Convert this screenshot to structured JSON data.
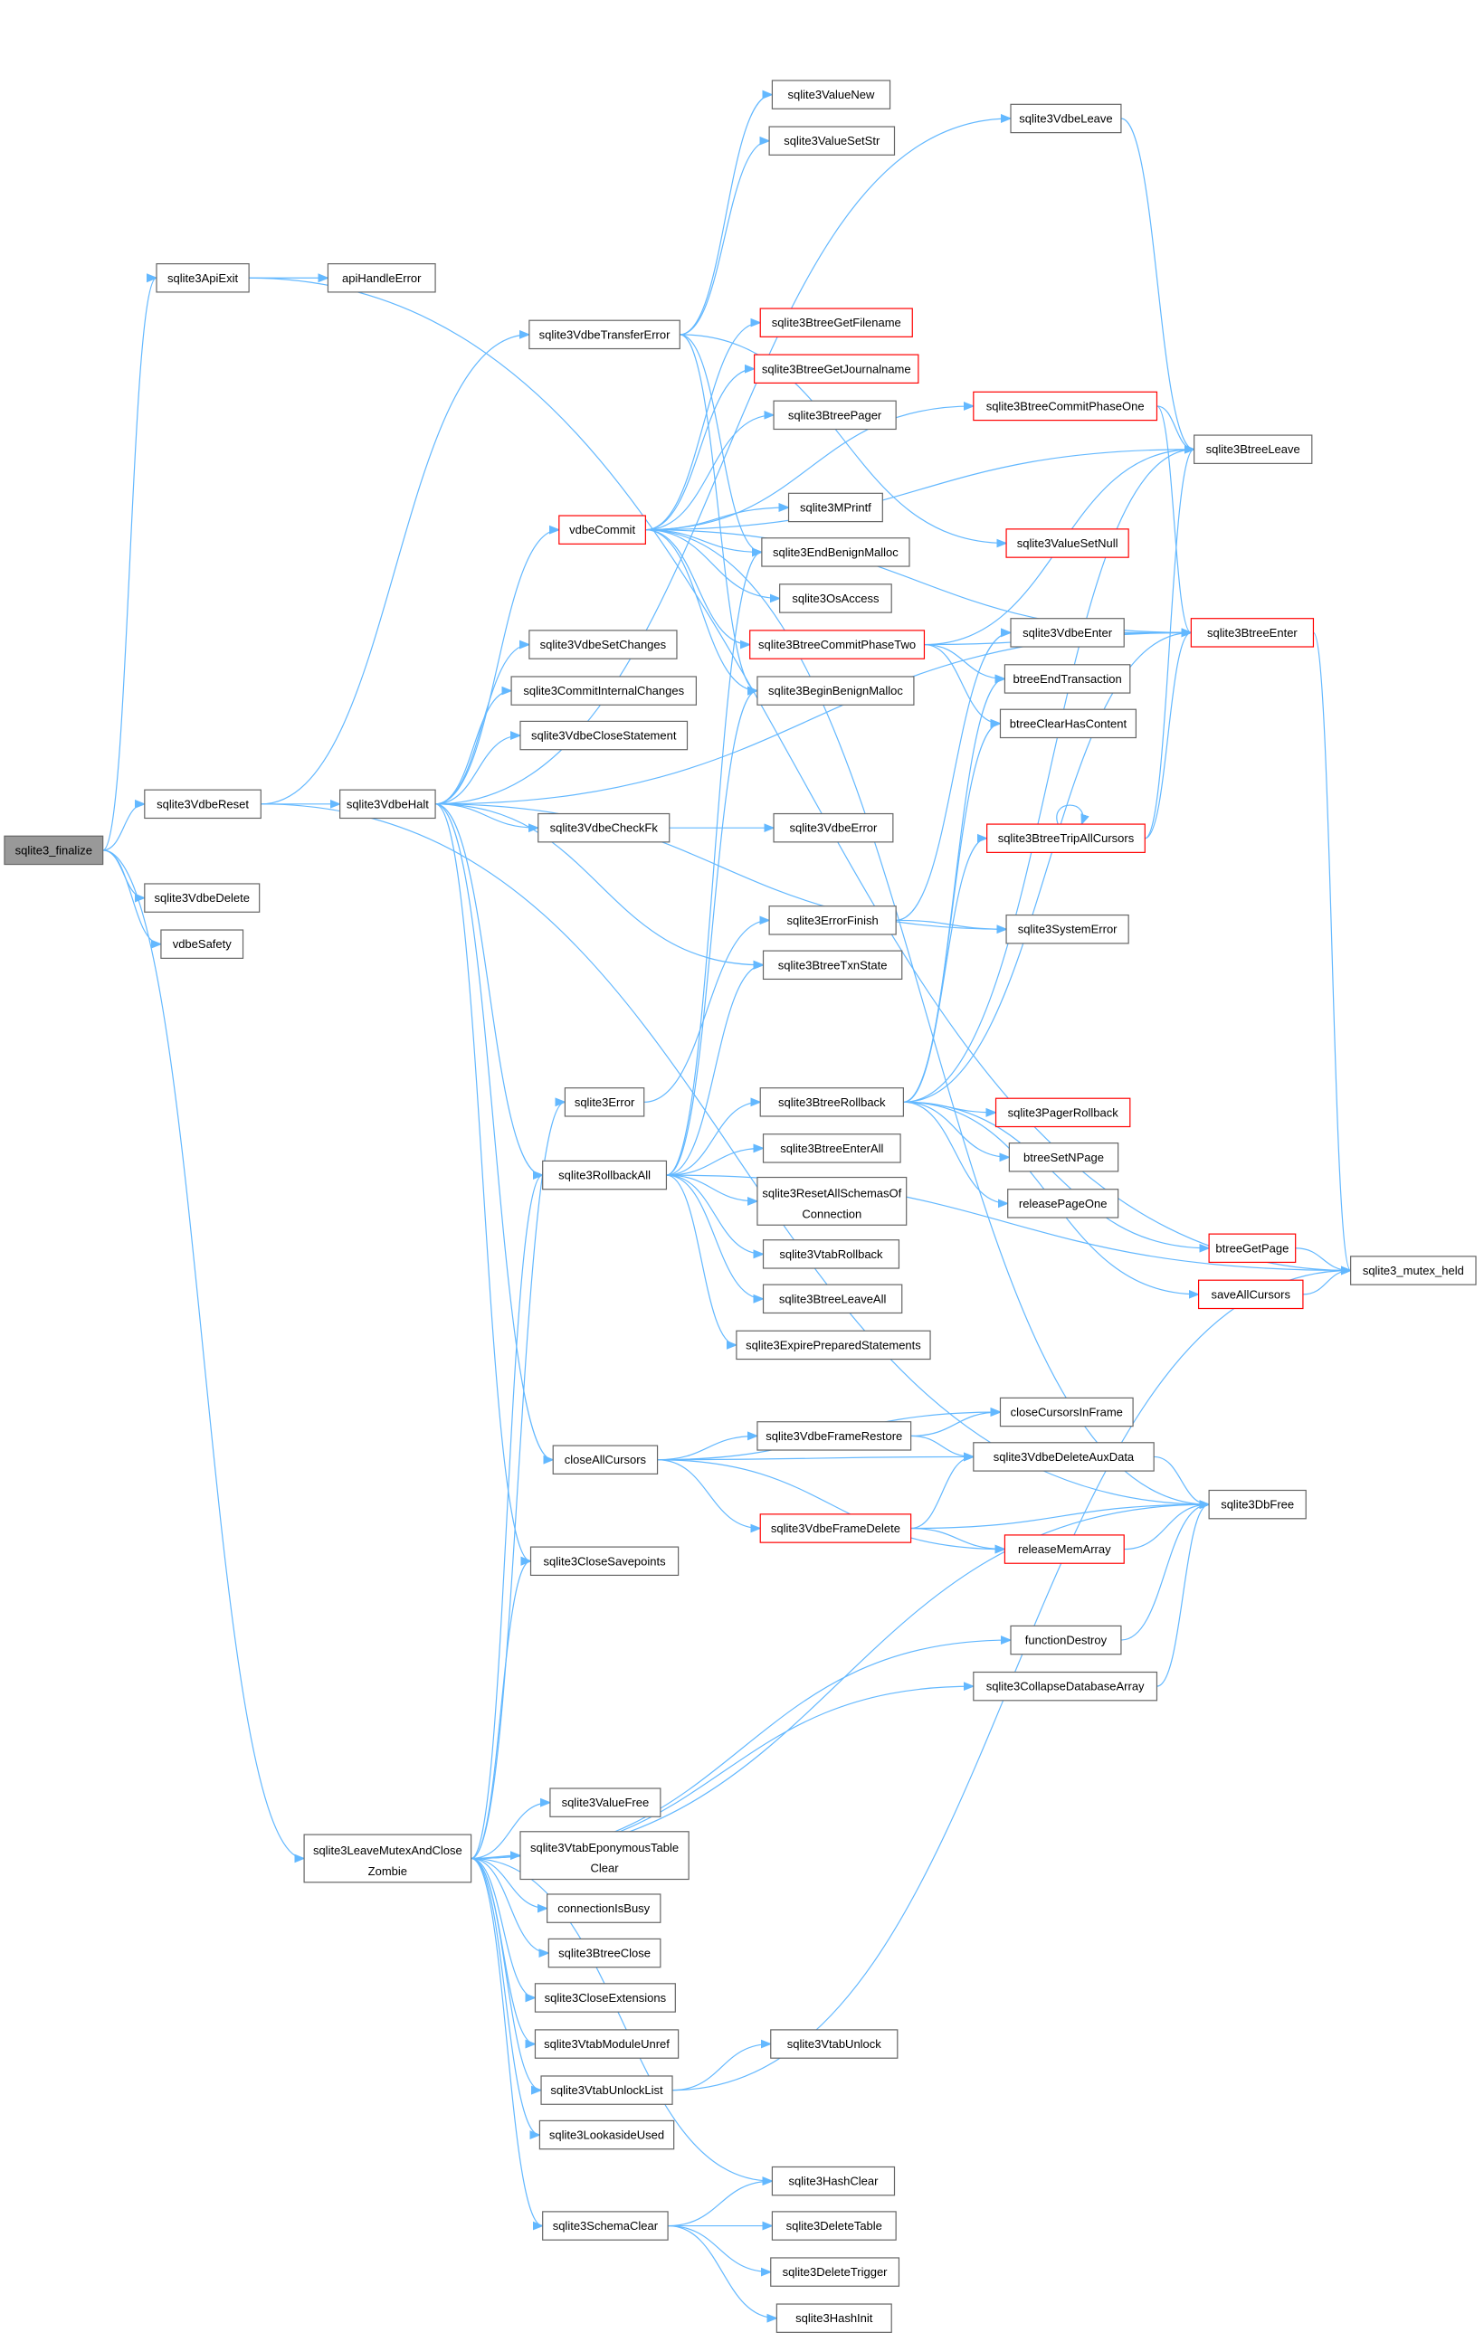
{
  "nodes": [
    {
      "id": "sqlite3_finalize",
      "label": "sqlite3_finalize",
      "style": "root"
    },
    {
      "id": "sqlite3ApiExit",
      "label": "sqlite3ApiExit"
    },
    {
      "id": "apiHandleError",
      "label": "apiHandleError"
    },
    {
      "id": "sqlite3VdbeReset",
      "label": "sqlite3VdbeReset"
    },
    {
      "id": "sqlite3VdbeDelete",
      "label": "sqlite3VdbeDelete"
    },
    {
      "id": "vdbeSafety",
      "label": "vdbeSafety"
    },
    {
      "id": "sqlite3VdbeHalt",
      "label": "sqlite3VdbeHalt"
    },
    {
      "id": "sqlite3VdbeTransferError",
      "label": "sqlite3VdbeTransferError"
    },
    {
      "id": "vdbeCommit",
      "label": "vdbeCommit",
      "style": "red"
    },
    {
      "id": "sqlite3VdbeSetChanges",
      "label": "sqlite3VdbeSetChanges"
    },
    {
      "id": "sqlite3CommitInternalChanges",
      "label": "sqlite3CommitInternalChanges"
    },
    {
      "id": "sqlite3VdbeCloseStatement",
      "label": "sqlite3VdbeCloseStatement"
    },
    {
      "id": "sqlite3VdbeCheckFk",
      "label": "sqlite3VdbeCheckFk"
    },
    {
      "id": "sqlite3Error",
      "label": "sqlite3Error"
    },
    {
      "id": "sqlite3RollbackAll",
      "label": "sqlite3RollbackAll"
    },
    {
      "id": "closeAllCursors",
      "label": "closeAllCursors"
    },
    {
      "id": "sqlite3CloseSavepoints",
      "label": "sqlite3CloseSavepoints"
    },
    {
      "id": "sqlite3LeaveMutexAndCloseZombie",
      "label": "sqlite3LeaveMutexAndClose",
      "label2": "Zombie"
    },
    {
      "id": "sqlite3ValueNew",
      "label": "sqlite3ValueNew"
    },
    {
      "id": "sqlite3ValueSetStr",
      "label": "sqlite3ValueSetStr"
    },
    {
      "id": "sqlite3BtreeGetFilename",
      "label": "sqlite3BtreeGetFilename",
      "style": "red"
    },
    {
      "id": "sqlite3BtreeGetJournalname",
      "label": "sqlite3BtreeGetJournalname",
      "style": "red"
    },
    {
      "id": "sqlite3BtreePager",
      "label": "sqlite3BtreePager"
    },
    {
      "id": "sqlite3MPrintf",
      "label": "sqlite3MPrintf"
    },
    {
      "id": "sqlite3EndBenignMalloc",
      "label": "sqlite3EndBenignMalloc"
    },
    {
      "id": "sqlite3OsAccess",
      "label": "sqlite3OsAccess"
    },
    {
      "id": "sqlite3BtreeCommitPhaseTwo",
      "label": "sqlite3BtreeCommitPhaseTwo",
      "style": "red"
    },
    {
      "id": "sqlite3BeginBenignMalloc",
      "label": "sqlite3BeginBenignMalloc"
    },
    {
      "id": "sqlite3VdbeError",
      "label": "sqlite3VdbeError"
    },
    {
      "id": "sqlite3ErrorFinish",
      "label": "sqlite3ErrorFinish"
    },
    {
      "id": "sqlite3BtreeTxnState",
      "label": "sqlite3BtreeTxnState"
    },
    {
      "id": "sqlite3BtreeRollback",
      "label": "sqlite3BtreeRollback"
    },
    {
      "id": "sqlite3BtreeEnterAll",
      "label": "sqlite3BtreeEnterAll"
    },
    {
      "id": "sqlite3ResetAllSchemasOfConnection",
      "label": "sqlite3ResetAllSchemasOf",
      "label2": "Connection"
    },
    {
      "id": "sqlite3VtabRollback",
      "label": "sqlite3VtabRollback"
    },
    {
      "id": "sqlite3BtreeLeaveAll",
      "label": "sqlite3BtreeLeaveAll"
    },
    {
      "id": "sqlite3ExpirePreparedStatements",
      "label": "sqlite3ExpirePreparedStatements"
    },
    {
      "id": "sqlite3VdbeFrameRestore",
      "label": "sqlite3VdbeFrameRestore"
    },
    {
      "id": "sqlite3VdbeFrameDelete",
      "label": "sqlite3VdbeFrameDelete",
      "style": "red"
    },
    {
      "id": "sqlite3ValueFree",
      "label": "sqlite3ValueFree"
    },
    {
      "id": "sqlite3VtabEponymousTableClear",
      "label": "sqlite3VtabEponymousTable",
      "label2": "Clear"
    },
    {
      "id": "connectionIsBusy",
      "label": "connectionIsBusy"
    },
    {
      "id": "sqlite3BtreeClose",
      "label": "sqlite3BtreeClose"
    },
    {
      "id": "sqlite3CloseExtensions",
      "label": "sqlite3CloseExtensions"
    },
    {
      "id": "sqlite3VtabModuleUnref",
      "label": "sqlite3VtabModuleUnref"
    },
    {
      "id": "sqlite3VtabUnlockList",
      "label": "sqlite3VtabUnlockList"
    },
    {
      "id": "sqlite3VtabUnlock",
      "label": "sqlite3VtabUnlock"
    },
    {
      "id": "sqlite3LookasideUsed",
      "label": "sqlite3LookasideUsed"
    },
    {
      "id": "sqlite3SchemaClear",
      "label": "sqlite3SchemaClear"
    },
    {
      "id": "sqlite3HashClear",
      "label": "sqlite3HashClear"
    },
    {
      "id": "sqlite3DeleteTable",
      "label": "sqlite3DeleteTable"
    },
    {
      "id": "sqlite3DeleteTrigger",
      "label": "sqlite3DeleteTrigger"
    },
    {
      "id": "sqlite3HashInit",
      "label": "sqlite3HashInit"
    },
    {
      "id": "sqlite3VdbeLeave",
      "label": "sqlite3VdbeLeave"
    },
    {
      "id": "sqlite3BtreeCommitPhaseOne",
      "label": "sqlite3BtreeCommitPhaseOne",
      "style": "red"
    },
    {
      "id": "sqlite3BtreeLeave",
      "label": "sqlite3BtreeLeave"
    },
    {
      "id": "sqlite3ValueSetNull",
      "label": "sqlite3ValueSetNull",
      "style": "red"
    },
    {
      "id": "sqlite3VdbeEnter",
      "label": "sqlite3VdbeEnter"
    },
    {
      "id": "sqlite3BtreeEnter",
      "label": "sqlite3BtreeEnter",
      "style": "red"
    },
    {
      "id": "btreeEndTransaction",
      "label": "btreeEndTransaction"
    },
    {
      "id": "btreeClearHasContent",
      "label": "btreeClearHasContent"
    },
    {
      "id": "sqlite3BtreeTripAllCursors",
      "label": "sqlite3BtreeTripAllCursors",
      "style": "red"
    },
    {
      "id": "sqlite3SystemError",
      "label": "sqlite3SystemError"
    },
    {
      "id": "sqlite3PagerRollback",
      "label": "sqlite3PagerRollback",
      "style": "red"
    },
    {
      "id": "btreeSetNPage",
      "label": "btreeSetNPage"
    },
    {
      "id": "releasePageOne",
      "label": "releasePageOne"
    },
    {
      "id": "btreeGetPage",
      "label": "btreeGetPage",
      "style": "red"
    },
    {
      "id": "saveAllCursors",
      "label": "saveAllCursors",
      "style": "red"
    },
    {
      "id": "sqlite3_mutex_held",
      "label": "sqlite3_mutex_held"
    },
    {
      "id": "closeCursorsInFrame",
      "label": "closeCursorsInFrame"
    },
    {
      "id": "sqlite3VdbeDeleteAuxData",
      "label": "sqlite3VdbeDeleteAuxData"
    },
    {
      "id": "sqlite3DbFree",
      "label": "sqlite3DbFree"
    },
    {
      "id": "releaseMemArray",
      "label": "releaseMemArray",
      "style": "red"
    },
    {
      "id": "functionDestroy",
      "label": "functionDestroy"
    },
    {
      "id": "sqlite3CollapseDatabaseArray",
      "label": "sqlite3CollapseDatabaseArray"
    }
  ],
  "edges": [
    [
      "sqlite3_finalize",
      "sqlite3ApiExit"
    ],
    [
      "sqlite3_finalize",
      "sqlite3VdbeReset"
    ],
    [
      "sqlite3_finalize",
      "sqlite3VdbeDelete"
    ],
    [
      "sqlite3_finalize",
      "vdbeSafety"
    ],
    [
      "sqlite3_finalize",
      "sqlite3LeaveMutexAndCloseZombie"
    ],
    [
      "sqlite3ApiExit",
      "apiHandleError"
    ],
    [
      "sqlite3ApiExit",
      "sqlite3_mutex_held"
    ],
    [
      "sqlite3VdbeReset",
      "sqlite3VdbeHalt"
    ],
    [
      "sqlite3VdbeReset",
      "sqlite3VdbeTransferError"
    ],
    [
      "sqlite3VdbeReset",
      "sqlite3DbFree"
    ],
    [
      "sqlite3VdbeHalt",
      "vdbeCommit"
    ],
    [
      "sqlite3VdbeHalt",
      "sqlite3VdbeSetChanges"
    ],
    [
      "sqlite3VdbeHalt",
      "sqlite3CommitInternalChanges"
    ],
    [
      "sqlite3VdbeHalt",
      "sqlite3VdbeCloseStatement"
    ],
    [
      "sqlite3VdbeHalt",
      "sqlite3VdbeCheckFk"
    ],
    [
      "sqlite3VdbeHalt",
      "sqlite3RollbackAll"
    ],
    [
      "sqlite3VdbeHalt",
      "closeAllCursors"
    ],
    [
      "sqlite3VdbeHalt",
      "sqlite3CloseSavepoints"
    ],
    [
      "sqlite3VdbeHalt",
      "sqlite3VdbeLeave"
    ],
    [
      "sqlite3VdbeHalt",
      "sqlite3BtreeEnter"
    ],
    [
      "sqlite3VdbeHalt",
      "sqlite3SystemError"
    ],
    [
      "sqlite3VdbeHalt",
      "sqlite3BtreeTxnState"
    ],
    [
      "sqlite3VdbeTransferError",
      "sqlite3ValueNew"
    ],
    [
      "sqlite3VdbeTransferError",
      "sqlite3ValueSetStr"
    ],
    [
      "sqlite3VdbeTransferError",
      "sqlite3BeginBenignMalloc"
    ],
    [
      "sqlite3VdbeTransferError",
      "sqlite3EndBenignMalloc"
    ],
    [
      "sqlite3VdbeTransferError",
      "sqlite3ValueSetNull"
    ],
    [
      "vdbeCommit",
      "sqlite3BtreeGetFilename"
    ],
    [
      "vdbeCommit",
      "sqlite3BtreeGetJournalname"
    ],
    [
      "vdbeCommit",
      "sqlite3BtreePager"
    ],
    [
      "vdbeCommit",
      "sqlite3MPrintf"
    ],
    [
      "vdbeCommit",
      "sqlite3EndBenignMalloc"
    ],
    [
      "vdbeCommit",
      "sqlite3OsAccess"
    ],
    [
      "vdbeCommit",
      "sqlite3BtreeCommitPhaseTwo"
    ],
    [
      "vdbeCommit",
      "sqlite3BeginBenignMalloc"
    ],
    [
      "vdbeCommit",
      "sqlite3BtreeCommitPhaseOne"
    ],
    [
      "vdbeCommit",
      "sqlite3BtreeEnter"
    ],
    [
      "vdbeCommit",
      "sqlite3BtreeLeave"
    ],
    [
      "vdbeCommit",
      "sqlite3DbFree"
    ],
    [
      "sqlite3VdbeCheckFk",
      "sqlite3VdbeError"
    ],
    [
      "sqlite3Error",
      "sqlite3ErrorFinish"
    ],
    [
      "sqlite3ErrorFinish",
      "sqlite3SystemError"
    ],
    [
      "sqlite3ErrorFinish",
      "sqlite3VdbeEnter"
    ],
    [
      "sqlite3RollbackAll",
      "sqlite3BtreeRollback"
    ],
    [
      "sqlite3RollbackAll",
      "sqlite3BtreeEnterAll"
    ],
    [
      "sqlite3RollbackAll",
      "sqlite3ResetAllSchemasOfConnection"
    ],
    [
      "sqlite3RollbackAll",
      "sqlite3VtabRollback"
    ],
    [
      "sqlite3RollbackAll",
      "sqlite3BtreeLeaveAll"
    ],
    [
      "sqlite3RollbackAll",
      "sqlite3ExpirePreparedStatements"
    ],
    [
      "sqlite3RollbackAll",
      "sqlite3BtreeTxnState"
    ],
    [
      "sqlite3RollbackAll",
      "sqlite3BeginBenignMalloc"
    ],
    [
      "sqlite3RollbackAll",
      "sqlite3EndBenignMalloc"
    ],
    [
      "sqlite3RollbackAll",
      "sqlite3_mutex_held"
    ],
    [
      "closeAllCursors",
      "sqlite3VdbeFrameRestore"
    ],
    [
      "closeAllCursors",
      "sqlite3VdbeFrameDelete"
    ],
    [
      "closeAllCursors",
      "closeCursorsInFrame"
    ],
    [
      "closeAllCursors",
      "sqlite3VdbeDeleteAuxData"
    ],
    [
      "closeAllCursors",
      "releaseMemArray"
    ],
    [
      "sqlite3VdbeFrameRestore",
      "closeCursorsInFrame"
    ],
    [
      "sqlite3VdbeFrameRestore",
      "sqlite3VdbeDeleteAuxData"
    ],
    [
      "sqlite3VdbeFrameDelete",
      "sqlite3VdbeDeleteAuxData"
    ],
    [
      "sqlite3VdbeFrameDelete",
      "sqlite3DbFree"
    ],
    [
      "sqlite3VdbeFrameDelete",
      "releaseMemArray"
    ],
    [
      "sqlite3VdbeDeleteAuxData",
      "sqlite3DbFree"
    ],
    [
      "releaseMemArray",
      "sqlite3DbFree"
    ],
    [
      "sqlite3LeaveMutexAndCloseZombie",
      "sqlite3Error"
    ],
    [
      "sqlite3LeaveMutexAndCloseZombie",
      "sqlite3RollbackAll"
    ],
    [
      "sqlite3LeaveMutexAndCloseZombie",
      "sqlite3CloseSavepoints"
    ],
    [
      "sqlite3LeaveMutexAndCloseZombie",
      "sqlite3ValueFree"
    ],
    [
      "sqlite3LeaveMutexAndCloseZombie",
      "sqlite3VtabEponymousTableClear"
    ],
    [
      "sqlite3LeaveMutexAndCloseZombie",
      "connectionIsBusy"
    ],
    [
      "sqlite3LeaveMutexAndCloseZombie",
      "sqlite3BtreeClose"
    ],
    [
      "sqlite3LeaveMutexAndCloseZombie",
      "sqlite3CloseExtensions"
    ],
    [
      "sqlite3LeaveMutexAndCloseZombie",
      "sqlite3VtabModuleUnref"
    ],
    [
      "sqlite3LeaveMutexAndCloseZombie",
      "sqlite3VtabUnlockList"
    ],
    [
      "sqlite3LeaveMutexAndCloseZombie",
      "sqlite3LookasideUsed"
    ],
    [
      "sqlite3LeaveMutexAndCloseZombie",
      "sqlite3SchemaClear"
    ],
    [
      "sqlite3LeaveMutexAndCloseZombie",
      "sqlite3HashClear"
    ],
    [
      "sqlite3LeaveMutexAndCloseZombie",
      "functionDestroy"
    ],
    [
      "sqlite3LeaveMutexAndCloseZombie",
      "sqlite3CollapseDatabaseArray"
    ],
    [
      "sqlite3LeaveMutexAndCloseZombie",
      "sqlite3DbFree"
    ],
    [
      "sqlite3VtabUnlockList",
      "sqlite3VtabUnlock"
    ],
    [
      "sqlite3VtabUnlockList",
      "sqlite3_mutex_held"
    ],
    [
      "sqlite3SchemaClear",
      "sqlite3HashClear"
    ],
    [
      "sqlite3SchemaClear",
      "sqlite3DeleteTable"
    ],
    [
      "sqlite3SchemaClear",
      "sqlite3DeleteTrigger"
    ],
    [
      "sqlite3SchemaClear",
      "sqlite3HashInit"
    ],
    [
      "sqlite3VdbeLeave",
      "sqlite3BtreeLeave"
    ],
    [
      "sqlite3BtreeCommitPhaseOne",
      "sqlite3BtreeLeave"
    ],
    [
      "sqlite3BtreeCommitPhaseOne",
      "sqlite3BtreeEnter"
    ],
    [
      "sqlite3BtreeCommitPhaseTwo",
      "sqlite3BtreeEnter"
    ],
    [
      "sqlite3BtreeCommitPhaseTwo",
      "sqlite3BtreeLeave"
    ],
    [
      "sqlite3BtreeCommitPhaseTwo",
      "btreeEndTransaction"
    ],
    [
      "sqlite3BtreeCommitPhaseTwo",
      "btreeClearHasContent"
    ],
    [
      "sqlite3VdbeEnter",
      "sqlite3BtreeEnter"
    ],
    [
      "sqlite3BtreeEnter",
      "sqlite3_mutex_held"
    ],
    [
      "sqlite3BtreeTripAllCursors",
      "sqlite3BtreeTripAllCursors"
    ],
    [
      "sqlite3BtreeTripAllCursors",
      "sqlite3BtreeEnter"
    ],
    [
      "sqlite3BtreeTripAllCursors",
      "sqlite3BtreeLeave"
    ],
    [
      "sqlite3BtreeRollback",
      "sqlite3PagerRollback"
    ],
    [
      "sqlite3BtreeRollback",
      "btreeSetNPage"
    ],
    [
      "sqlite3BtreeRollback",
      "releasePageOne"
    ],
    [
      "sqlite3BtreeRollback",
      "btreeGetPage"
    ],
    [
      "sqlite3BtreeRollback",
      "saveAllCursors"
    ],
    [
      "sqlite3BtreeRollback",
      "sqlite3BtreeTripAllCursors"
    ],
    [
      "sqlite3BtreeRollback",
      "btreeEndTransaction"
    ],
    [
      "sqlite3BtreeRollback",
      "btreeClearHasContent"
    ],
    [
      "sqlite3BtreeRollback",
      "sqlite3BtreeEnter"
    ],
    [
      "sqlite3BtreeRollback",
      "sqlite3BtreeLeave"
    ],
    [
      "btreeGetPage",
      "sqlite3_mutex_held"
    ],
    [
      "saveAllCursors",
      "sqlite3_mutex_held"
    ],
    [
      "functionDestroy",
      "sqlite3DbFree"
    ],
    [
      "sqlite3CollapseDatabaseArray",
      "sqlite3DbFree"
    ]
  ]
}
